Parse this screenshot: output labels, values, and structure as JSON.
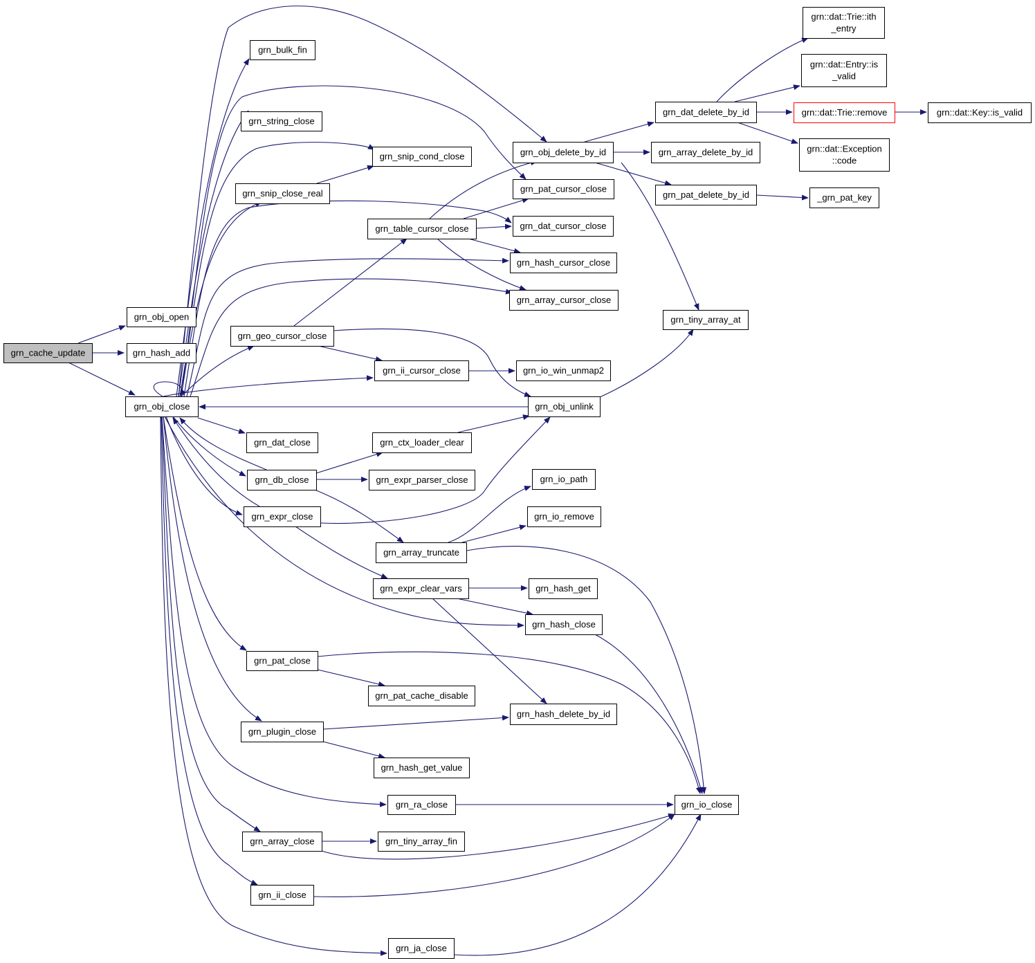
{
  "nodes": {
    "n_cache_update": {
      "label": [
        "grn_cache_update"
      ],
      "style": "root"
    },
    "n_obj_open": {
      "label": [
        "grn_obj_open"
      ]
    },
    "n_hash_add": {
      "label": [
        "grn_hash_add"
      ]
    },
    "n_obj_close": {
      "label": [
        "grn_obj_close"
      ]
    },
    "n_bulk_fin": {
      "label": [
        "grn_bulk_fin"
      ]
    },
    "n_string_close": {
      "label": [
        "grn_string_close"
      ]
    },
    "n_snip_cond_close": {
      "label": [
        "grn_snip_cond_close"
      ]
    },
    "n_snip_close_real": {
      "label": [
        "grn_snip_close_real"
      ]
    },
    "n_table_cursor_close": {
      "label": [
        "grn_table_cursor_close"
      ]
    },
    "n_geo_cursor_close": {
      "label": [
        "grn_geo_cursor_close"
      ]
    },
    "n_ii_cursor_close": {
      "label": [
        "grn_ii_cursor_close"
      ]
    },
    "n_obj_delete_by_id": {
      "label": [
        "grn_obj_delete_by_id"
      ]
    },
    "n_pat_cursor_close": {
      "label": [
        "grn_pat_cursor_close"
      ]
    },
    "n_dat_cursor_close": {
      "label": [
        "grn_dat_cursor_close"
      ]
    },
    "n_hash_cursor_close": {
      "label": [
        "grn_hash_cursor_close"
      ]
    },
    "n_array_cursor_close": {
      "label": [
        "grn_array_cursor_close"
      ]
    },
    "n_io_win_unmap2": {
      "label": [
        "grn_io_win_unmap2"
      ]
    },
    "n_obj_unlink": {
      "label": [
        "grn_obj_unlink"
      ]
    },
    "n_dat_close": {
      "label": [
        "grn_dat_close"
      ]
    },
    "n_ctx_loader_clear": {
      "label": [
        "grn_ctx_loader_clear"
      ]
    },
    "n_db_close": {
      "label": [
        "grn_db_close"
      ]
    },
    "n_expr_parser_close": {
      "label": [
        "grn_expr_parser_close"
      ]
    },
    "n_expr_close": {
      "label": [
        "grn_expr_close"
      ]
    },
    "n_io_path": {
      "label": [
        "grn_io_path"
      ]
    },
    "n_io_remove": {
      "label": [
        "grn_io_remove"
      ]
    },
    "n_array_truncate": {
      "label": [
        "grn_array_truncate"
      ]
    },
    "n_expr_clear_vars": {
      "label": [
        "grn_expr_clear_vars"
      ]
    },
    "n_hash_get": {
      "label": [
        "grn_hash_get"
      ]
    },
    "n_hash_close": {
      "label": [
        "grn_hash_close"
      ]
    },
    "n_pat_close": {
      "label": [
        "grn_pat_close"
      ]
    },
    "n_pat_cache_disable": {
      "label": [
        "grn_pat_cache_disable"
      ]
    },
    "n_hash_delete_by_id": {
      "label": [
        "grn_hash_delete_by_id"
      ]
    },
    "n_plugin_close": {
      "label": [
        "grn_plugin_close"
      ]
    },
    "n_hash_get_value": {
      "label": [
        "grn_hash_get_value"
      ]
    },
    "n_ra_close": {
      "label": [
        "grn_ra_close"
      ]
    },
    "n_io_close": {
      "label": [
        "grn_io_close"
      ]
    },
    "n_array_close": {
      "label": [
        "grn_array_close"
      ]
    },
    "n_tiny_array_fin": {
      "label": [
        "grn_tiny_array_fin"
      ]
    },
    "n_ii_close": {
      "label": [
        "grn_ii_close"
      ]
    },
    "n_ja_close": {
      "label": [
        "grn_ja_close"
      ]
    },
    "n_dat_delete_by_id": {
      "label": [
        "grn_dat_delete_by_id"
      ]
    },
    "n_array_delete_by_id": {
      "label": [
        "grn_array_delete_by_id"
      ]
    },
    "n_pat_delete_by_id": {
      "label": [
        "grn_pat_delete_by_id"
      ]
    },
    "n_tiny_array_at": {
      "label": [
        "grn_tiny_array_at"
      ]
    },
    "n_pat_key": {
      "label": [
        "_grn_pat_key"
      ]
    },
    "n_trie_ith_entry": {
      "label": [
        "grn::dat::Trie::ith",
        "_entry"
      ]
    },
    "n_entry_is_valid": {
      "label": [
        "grn::dat::Entry::is",
        "_valid"
      ]
    },
    "n_trie_remove": {
      "label": [
        "grn::dat::Trie::remove"
      ],
      "style": "red"
    },
    "n_key_is_valid": {
      "label": [
        "grn::dat::Key::is_valid"
      ]
    },
    "n_exception_code": {
      "label": [
        "grn::dat::Exception",
        "::code"
      ]
    }
  },
  "colors": {
    "edge": "#191970",
    "root_fill": "#bfbfbf",
    "highlight_border": "#ff0000"
  }
}
